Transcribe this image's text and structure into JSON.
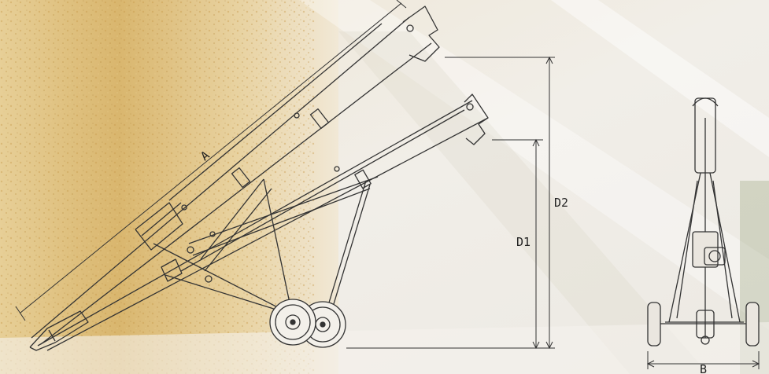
{
  "labels": {
    "length": "A",
    "height_low": "D1",
    "height_high": "D2",
    "width": "B"
  },
  "colors": {
    "grain": "#d8b870",
    "background": "#f2efe9",
    "line": "#333333"
  }
}
